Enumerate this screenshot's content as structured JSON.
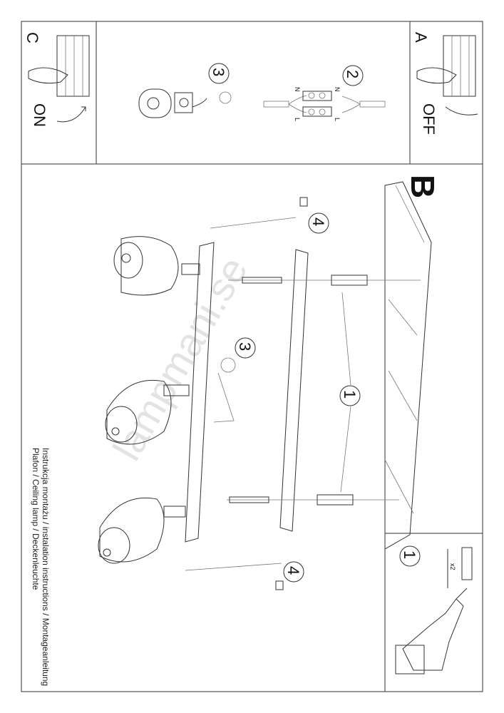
{
  "panels": {
    "a": {
      "letter": "A",
      "state": "OFF"
    },
    "c": {
      "letter": "C",
      "state": "ON"
    },
    "b": {
      "letter": "B"
    }
  },
  "steps": {
    "one": "1",
    "two": "2",
    "three": "3",
    "four": "4"
  },
  "wiring": {
    "neutral": "N",
    "live": "L"
  },
  "kit": {
    "quantity": "x2"
  },
  "title": {
    "line1": "Instrukcja montażu / instalation instructions / Montageanleitung",
    "line2": "Plafon / Ceiling lamp / Deckenleuchte"
  },
  "watermark": "lampmani.se"
}
